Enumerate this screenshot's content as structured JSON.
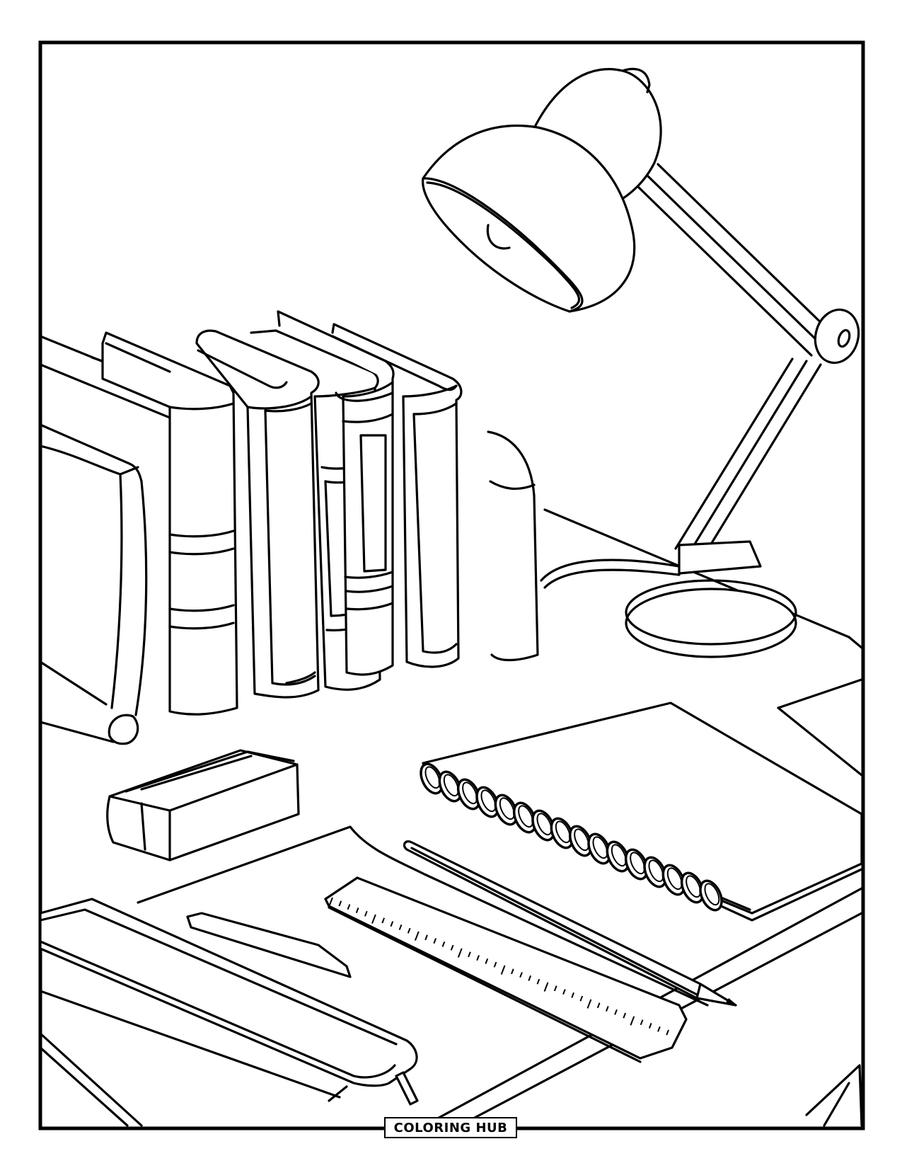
{
  "page": {
    "type": "coloring-page",
    "subject": "Study desk with lamp, books, notebook, pencil, ruler, eraser and pencil case",
    "border_color": "#000000",
    "background_color": "#ffffff"
  },
  "footer": {
    "brand_label": "COLORING HUB"
  },
  "objects": [
    {
      "name": "desk-lamp",
      "description": "Adjustable desk lamp with dome shade and round base"
    },
    {
      "name": "books",
      "count": 6,
      "description": "Row of upright books with decorated spines"
    },
    {
      "name": "bookend",
      "description": "Rounded bookend at right end of the books"
    },
    {
      "name": "monitor",
      "description": "Partially visible device/frame at left"
    },
    {
      "name": "eraser",
      "description": "Rectangular eraser block"
    },
    {
      "name": "spiral-notebook",
      "description": "Spiral-bound notebook with 16 rings"
    },
    {
      "name": "pencil",
      "description": "Long sharpened pencil"
    },
    {
      "name": "ruler",
      "description": "Ruler with tick marks"
    },
    {
      "name": "pencil-case",
      "description": "Zippered pencil case with pull tab"
    },
    {
      "name": "paper-sheet",
      "description": "Sheet of paper on desk"
    }
  ],
  "notebook": {
    "rings": 16
  },
  "ruler": {
    "ticks": 40
  }
}
